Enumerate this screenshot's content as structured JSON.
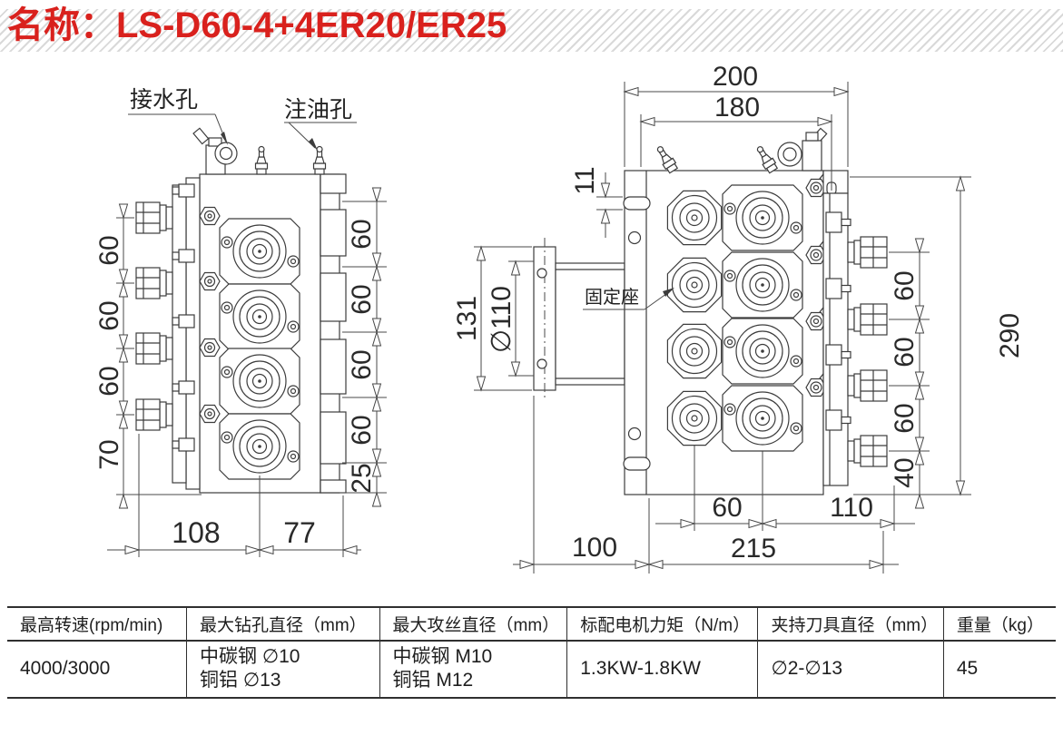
{
  "title": "名称：LS-D60-4+4ER20/ER25",
  "colors": {
    "accent_red": "#d9211d",
    "line": "#3c3c3c"
  },
  "left_view": {
    "label_water": "接水孔",
    "label_oil": "注油孔",
    "dim_left": [
      "60",
      "60",
      "60",
      "70"
    ],
    "dim_right": [
      "60",
      "60",
      "60",
      "60",
      "25"
    ],
    "dim_bottom": [
      "108",
      "77"
    ]
  },
  "right_view": {
    "label_mount": "固定座",
    "dim_top": [
      "200",
      "180"
    ],
    "dim_slot": "11",
    "dim_flange_height": "131",
    "dim_flange_circle": "∅110",
    "dim_right": [
      "60",
      "60",
      "60",
      "40"
    ],
    "dim_overall": "290",
    "dim_bottom_upper": [
      "60",
      "110"
    ],
    "dim_bottom_lower": [
      "100",
      "215"
    ]
  },
  "table": {
    "headers": [
      "最高转速(rpm/min)",
      "最大钻孔直径（mm）",
      "最大攻丝直径（mm）",
      "标配电机力矩（N/m）",
      "夹持刀具直径（mm）",
      "重量（kg）"
    ],
    "row": {
      "speed": "4000/3000",
      "drill1": "中碳钢 ∅10",
      "drill2": "铜铝 ∅13",
      "tap1": "中碳钢 M10",
      "tap2": "铜铝 M12",
      "motor": "1.3KW-1.8KW",
      "clamp": "∅2-∅13",
      "weight": "45"
    }
  }
}
